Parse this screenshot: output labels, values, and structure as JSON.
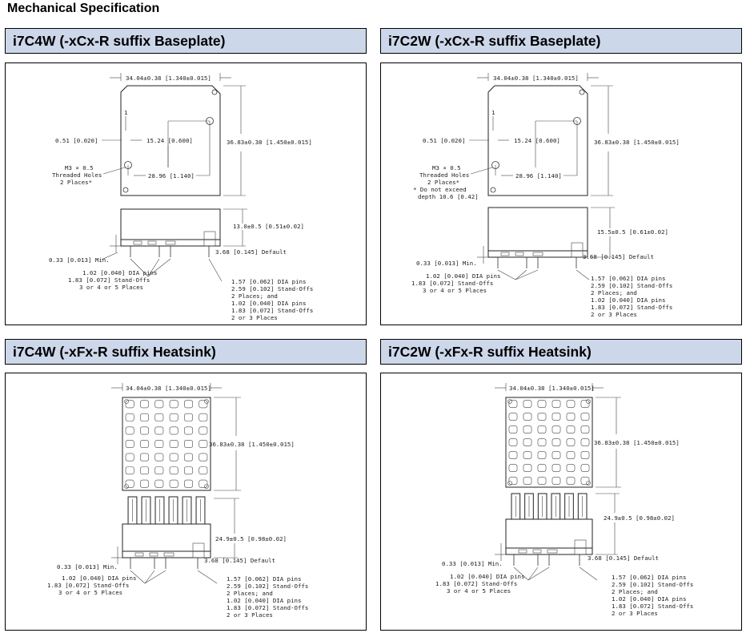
{
  "page_title": "Mechanical Specification",
  "panels": [
    {
      "title": "i7C4W (-xCx-R suffix Baseplate)",
      "kind": "baseplate",
      "labels": {
        "width_dim": "34.04±0.38 [1.340±0.015]",
        "height_dim": "36.83±0.38 [1.450±0.015]",
        "pin1": "1",
        "offset_dim": "0.51 [0.020]",
        "inner_dim": "15.24 [0.600]",
        "span_dim": "28.96 [1.140]",
        "holes_1": "M3 × 0.5",
        "holes_2": "Threaded Holes",
        "holes_3": "2 Places*",
        "note_1": "",
        "note_2": "",
        "thickness_dim": "13.0±0.5 [0.51±0.02]",
        "default_dim": "3.68 [0.145] Default",
        "min_dim": "0.33 [0.013] Min.",
        "pins_left": [
          "1.02 [0.040] DIA pins",
          "1.83 [0.072] Stand-Offs",
          "3 or 4 or 5 Places"
        ],
        "pins_right": [
          "1.57 [0.062] DIA pins",
          "2.59 [0.102] Stand-Offs",
          "2 Places; and",
          "1.02 [0.040] DIA pins",
          "1.83 [0.072] Stand-Offs",
          "2 or 3 Places"
        ]
      }
    },
    {
      "title": "i7C2W (-xCx-R suffix Baseplate)",
      "kind": "baseplate",
      "labels": {
        "width_dim": "34.04±0.38 [1.340±0.015]",
        "height_dim": "36.83±0.38 [1.450±0.015]",
        "pin1": "1",
        "offset_dim": "0.51 [0.020]",
        "inner_dim": "15.24 [0.600]",
        "span_dim": "28.96 [1.140]",
        "holes_1": "M3 × 0.5",
        "holes_2": "Threaded Holes",
        "holes_3": "2 Places*",
        "note_1": "* Do not exceed",
        "note_2": "depth 10.6 [0.42]",
        "thickness_dim": "15.5±0.5 [0.61±0.02]",
        "default_dim": "3.68 [0.145] Default",
        "min_dim": "0.33 [0.013] Min.",
        "pins_left": [
          "1.02 [0.040] DIA pins",
          "1.83 [0.072] Stand-Offs",
          "3 or 4 or 5 Places"
        ],
        "pins_right": [
          "1.57 [0.062] DIA pins",
          "2.59 [0.102] Stand-Offs",
          "2 Places; and",
          "1.02 [0.040] DIA pins",
          "1.83 [0.072] Stand-Offs",
          "2 or 3 Places"
        ]
      }
    },
    {
      "title": "i7C4W (-xFx-R suffix Heatsink)",
      "kind": "heatsink",
      "labels": {
        "width_dim": "34.04±0.38 [1.340±0.015]",
        "height_dim": "36.83±0.38 [1.450±0.015]",
        "thickness_dim": "24.9±0.5 [0.98±0.02]",
        "default_dim": "3.68 [0.145] Default",
        "min_dim": "0.33 [0.013] Min.",
        "pins_left": [
          "1.02 [0.040] DIA pins",
          "1.83 [0.072] Stand-Offs",
          "3 or 4 or 5 Places"
        ],
        "pins_right": [
          "1.57 [0.062] DIA pins",
          "2.59 [0.102] Stand-Offs",
          "2 Places; and",
          "1.02 [0.040] DIA pins",
          "1.83 [0.072] Stand-Offs",
          "2 or 3 Places"
        ]
      }
    },
    {
      "title": "i7C2W (-xFx-R suffix Heatsink)",
      "kind": "heatsink",
      "labels": {
        "width_dim": "34.04±0.38 [1.340±0.015]",
        "height_dim": "36.83±0.38 [1.450±0.015]",
        "thickness_dim": "24.9±0.5 [0.98±0.02]",
        "default_dim": "3.68 [0.145] Default",
        "min_dim": "0.33 [0.013] Min.",
        "pins_left": [
          "1.02 [0.040] DIA pins",
          "1.83 [0.072] Stand-Offs",
          "3 or 4 or 5 Places"
        ],
        "pins_right": [
          "1.57 [0.062] DIA pins",
          "2.59 [0.102] Stand-Offs",
          "2 Places; and",
          "1.02 [0.040] DIA pins",
          "1.83 [0.072] Stand-Offs",
          "2 or 3 Places"
        ]
      }
    }
  ]
}
